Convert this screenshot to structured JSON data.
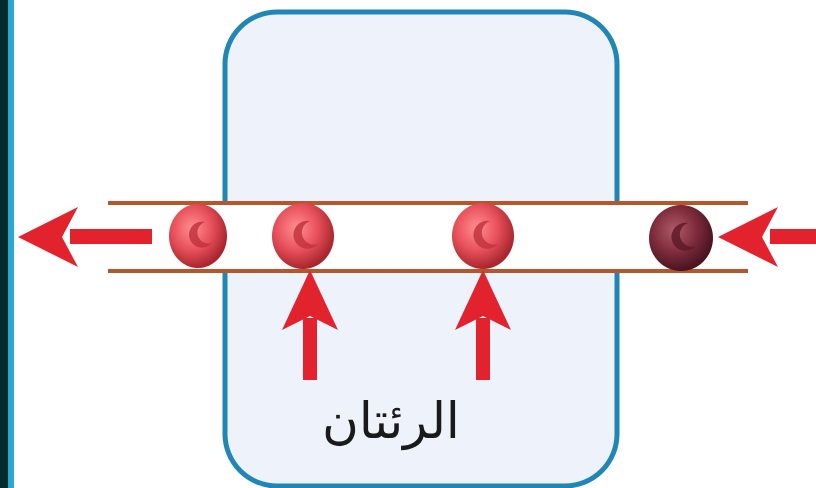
{
  "diagram": {
    "organ_label": "الرئتان",
    "cells": [
      {
        "id": "oxygenated-cell-1",
        "state": "oxygenated"
      },
      {
        "id": "oxygenated-cell-2",
        "state": "oxygenated"
      },
      {
        "id": "oxygenated-cell-3",
        "state": "oxygenated"
      },
      {
        "id": "deoxygenated-cell",
        "state": "deoxygenated"
      }
    ],
    "arrows": [
      {
        "id": "outflow-arrow",
        "direction": "left"
      },
      {
        "id": "inflow-arrow",
        "direction": "left"
      },
      {
        "id": "oxygen-arrow-1",
        "direction": "up"
      },
      {
        "id": "oxygen-arrow-2",
        "direction": "up"
      }
    ]
  },
  "colors": {
    "lung_fill": "#eef2fb",
    "lung_outline": "#1f86b5",
    "vessel_wall": "#b8552a",
    "arrow": "#e2232e",
    "oxygenated_cell": "#e8505a",
    "deoxygenated_cell": "#7e2c3c",
    "stripe_dark": "#062b2e",
    "stripe_light": "#2aa7d2",
    "label": "#1a1a1a"
  }
}
